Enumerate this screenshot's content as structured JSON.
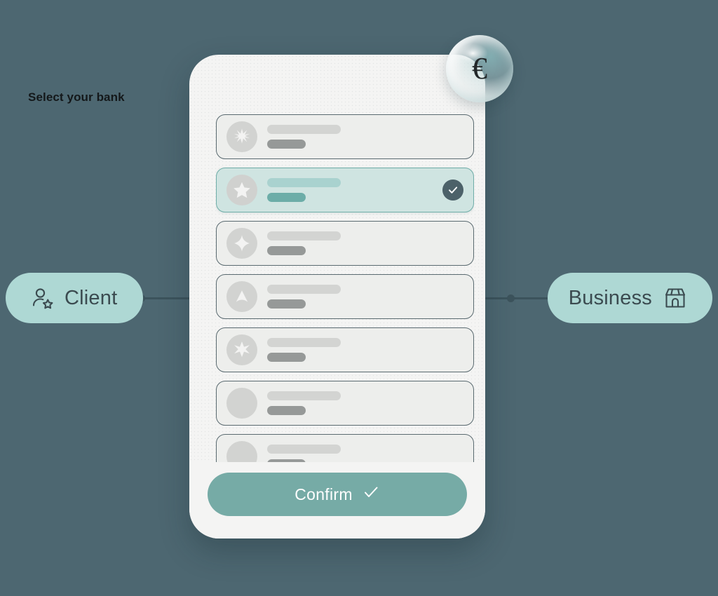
{
  "theme": {
    "background": "#4d6771",
    "pill_bg": "#aed8d4",
    "accent_teal": "#76aba6",
    "selected_row_bg": "#cfe4e1",
    "selected_row_border": "#6fada8",
    "phone_bg": "#f4f4f3",
    "row_bg": "#edeeec",
    "row_border": "#5a6a70",
    "text_dark": "#14181a",
    "check_badge_bg": "#4c6169",
    "connector": "#3c535c"
  },
  "left_pill": {
    "label": "Client",
    "icon": "user-star-icon"
  },
  "right_pill": {
    "label": "Business",
    "icon": "storefront-icon"
  },
  "currency_bubble": {
    "symbol": "€",
    "icon": "euro-bubble-icon"
  },
  "phone": {
    "screen_title": "Select your bank",
    "bank_list": [
      {
        "id": "bank-1",
        "avatar_icon": "burst-8-point-icon",
        "selected": false,
        "primary_width": 105,
        "secondary_width": 55
      },
      {
        "id": "bank-2",
        "avatar_icon": "star-5-point-icon",
        "selected": true,
        "primary_width": 105,
        "secondary_width": 55
      },
      {
        "id": "bank-3",
        "avatar_icon": "sparkle-4-point-icon",
        "selected": false,
        "primary_width": 105,
        "secondary_width": 55
      },
      {
        "id": "bank-4",
        "avatar_icon": "triangle-up-icon",
        "selected": false,
        "primary_width": 105,
        "secondary_width": 55
      },
      {
        "id": "bank-5",
        "avatar_icon": "star-6-point-icon",
        "selected": false,
        "primary_width": 105,
        "secondary_width": 55
      },
      {
        "id": "bank-6",
        "avatar_icon": "blank-circle-icon",
        "selected": false,
        "primary_width": 105,
        "secondary_width": 55
      },
      {
        "id": "bank-7",
        "avatar_icon": "blank-circle-icon",
        "selected": false,
        "primary_width": 105,
        "secondary_width": 55
      }
    ],
    "selected_index": 1,
    "selected_badge_icon": "check-circle-icon",
    "footer": {
      "confirm_label": "Confirm",
      "confirm_icon": "check-icon"
    }
  }
}
